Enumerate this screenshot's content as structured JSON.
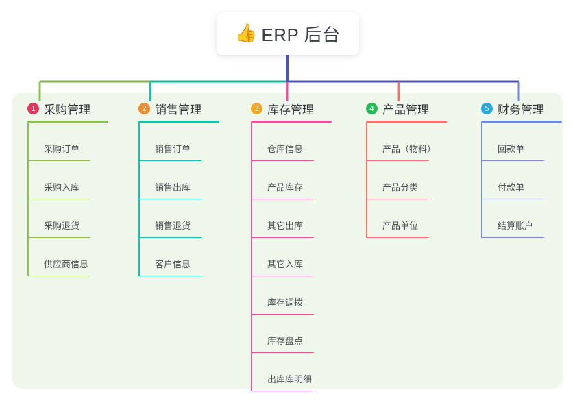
{
  "root": {
    "icon": "thumbs-up-icon",
    "emoji": "👍",
    "title": "ERP 后台"
  },
  "theme": {
    "page_bg": "#ffffff",
    "panel_bg": "#eef7e9",
    "card_bg": "#ffffff",
    "text": "#2f343c",
    "item_text": "#4a4f57",
    "bus_green": "#7cb342",
    "bus_teal": "#11b5a0",
    "bus_blue": "#4a55b8"
  },
  "columns": [
    {
      "number": "1",
      "label": "采购管理",
      "badge_color": "#e73358",
      "line_color": "#8cc152",
      "items": [
        "采购订单",
        "采购入库",
        "采购退货",
        "供应商信息"
      ]
    },
    {
      "number": "2",
      "label": "销售管理",
      "badge_color": "#f08a33",
      "line_color": "#19bfae",
      "items": [
        "销售订单",
        "销售出库",
        "销售退货",
        "客户信息"
      ]
    },
    {
      "number": "3",
      "label": "库存管理",
      "badge_color": "#f5a623",
      "line_color": "#e8519e",
      "items": [
        "仓库信息",
        "产品库存",
        "其它出库",
        "其它入库",
        "库存调拨",
        "库存盘点",
        "出库库明细"
      ]
    },
    {
      "number": "4",
      "label": "产品管理",
      "badge_color": "#22bb55",
      "line_color": "#f4736e",
      "items": [
        "产品（物料）",
        "产品分类",
        "产品单位"
      ]
    },
    {
      "number": "5",
      "label": "财务管理",
      "badge_color": "#29a8e0",
      "line_color": "#7189d4",
      "items": [
        "回款单",
        "付款单",
        "结算账户"
      ]
    }
  ]
}
